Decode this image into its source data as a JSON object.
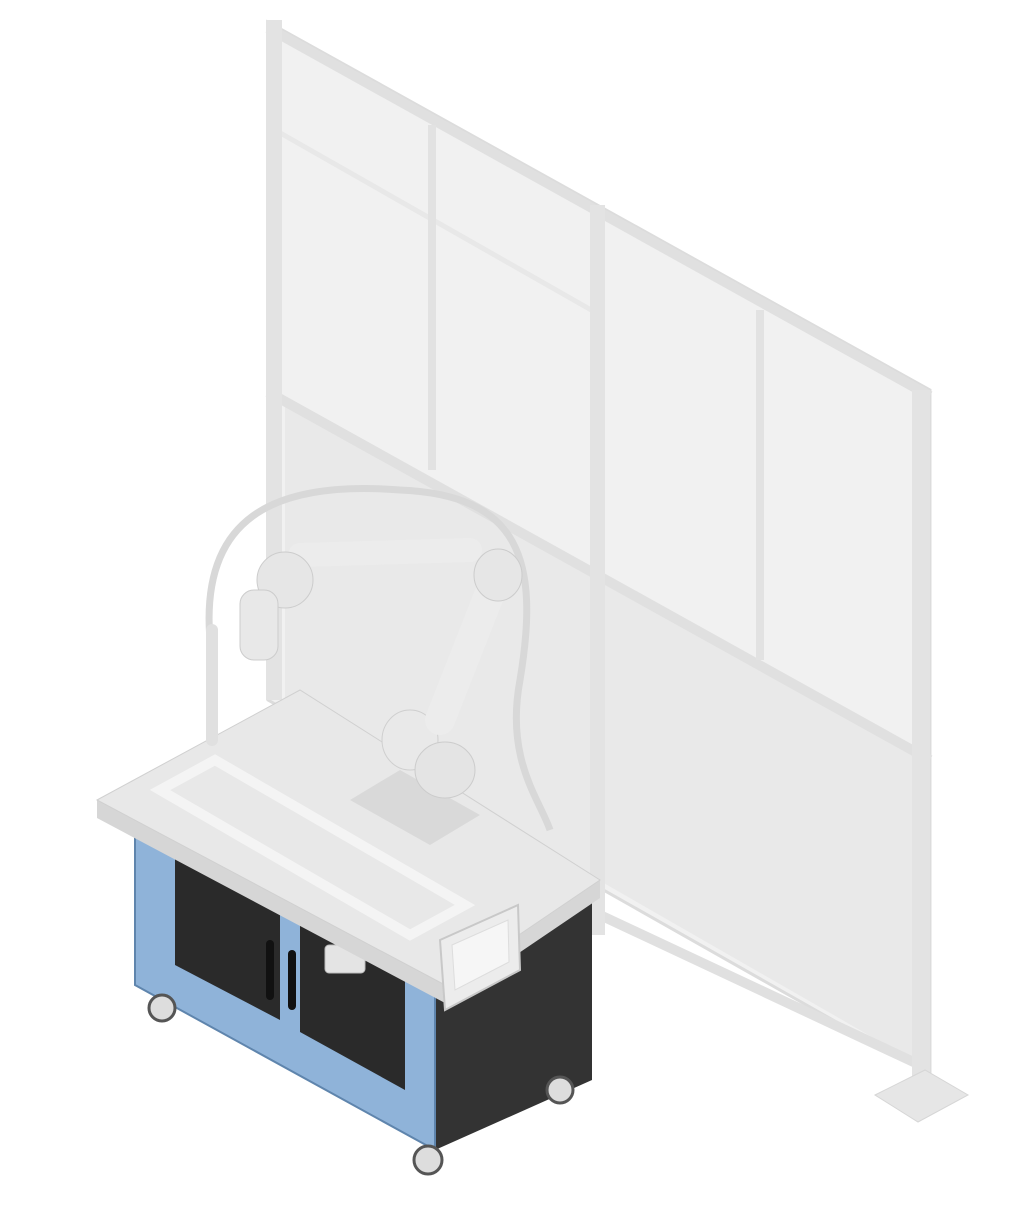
{
  "scene": {
    "colors": {
      "background": "#ffffff",
      "fence_panel": "#efefef",
      "fence_frame": "#e2e2e2",
      "cart_frame": "#8fb3d9",
      "cart_panel": "#2c2c2c",
      "table_top": "#e6e6e6",
      "robot": "#e8e8e8",
      "cable": "#dadada"
    },
    "objects": [
      "safety-fence",
      "welding-cart",
      "fixture-table",
      "robot-arm",
      "welding-torch",
      "teach-pendant",
      "casters",
      "floor-foot"
    ]
  }
}
